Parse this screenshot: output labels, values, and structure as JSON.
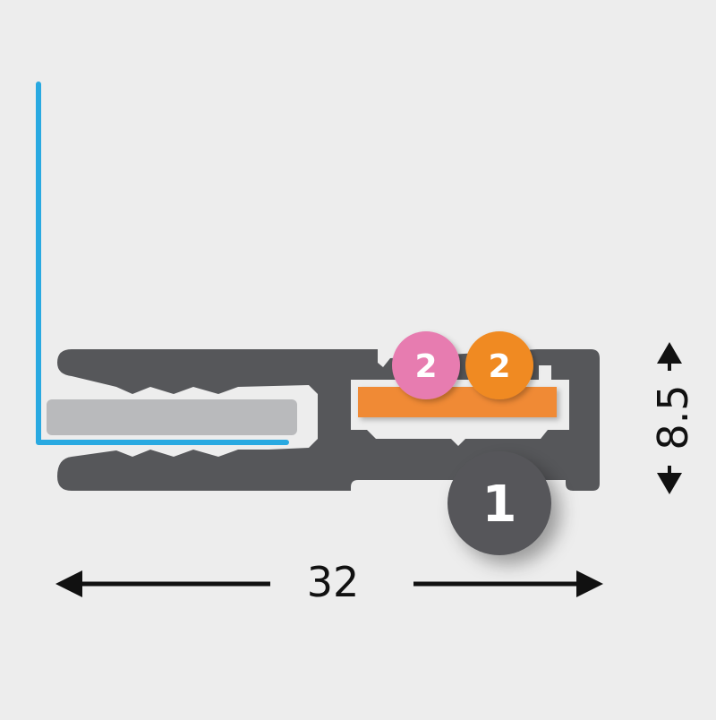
{
  "diagram": {
    "callouts": [
      {
        "label": "2",
        "color": "#e77bb0"
      },
      {
        "label": "2",
        "color": "#f08a21"
      },
      {
        "label": "1",
        "color": "#56575a"
      }
    ],
    "dimensions": {
      "width_label": "32",
      "height_label": "8.5"
    }
  },
  "colors": {
    "background": "#ededed",
    "profile": "#56575a",
    "glass": "#b9babc",
    "wall_line": "#29a9e1",
    "insert_strip": "#f08a35",
    "arrow": "#111111",
    "label_text": "#ffffff"
  }
}
